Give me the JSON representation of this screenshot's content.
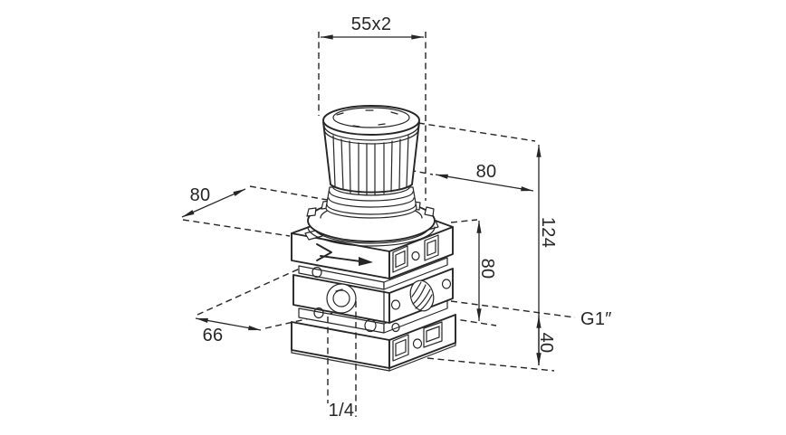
{
  "page": {
    "background": "#ffffff",
    "ink_color": "#262626"
  },
  "drawing": {
    "dimensions": {
      "top_thread": "55x2",
      "left_width": "80",
      "right_width": "80",
      "overall_height": "124",
      "body_height": "80",
      "side_port_thread": "G1″",
      "port_height": "40",
      "base_depth": "66",
      "bottom_port_thread": "1/4"
    }
  }
}
